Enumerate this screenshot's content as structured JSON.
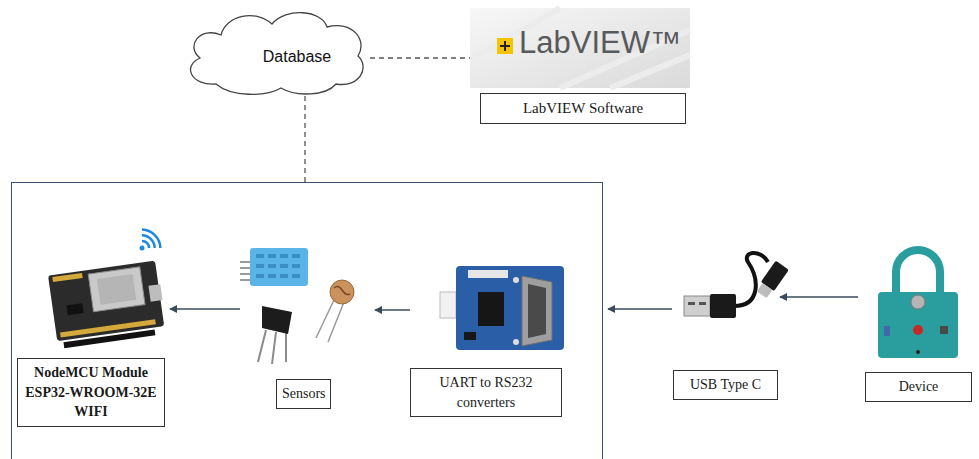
{
  "diagram": {
    "nodes": [
      {
        "text": [
          "Database"
        ]
      },
      {
        "text": [
          "LabVIEW Software"
        ]
      },
      {
        "text": []
      },
      {
        "text": [
          "NodeMCU Module ESP32-WROOM-32E WIFI"
        ],
        "in": 2
      },
      {
        "text": [
          "Sensors"
        ],
        "in": 2
      },
      {
        "text": [
          "UART to RS232 converters"
        ],
        "in": 2
      },
      {
        "text": [
          "USB Type C"
        ]
      },
      {
        "text": [
          "Device"
        ]
      }
    ],
    "edges": [
      {
        "from": 0,
        "to": 2,
        "arrow": "none"
      },
      {
        "from": 0,
        "to": 1,
        "arrow": "none"
      },
      {
        "from": 7,
        "to": 6,
        "arrow": "to"
      },
      {
        "from": 6,
        "to": 5,
        "arrow": "to"
      },
      {
        "from": 5,
        "to": 4,
        "arrow": "to"
      },
      {
        "from": 4,
        "to": 3,
        "arrow": "to"
      }
    ],
    "labels": [
      "LabVIEW™"
    ]
  }
}
